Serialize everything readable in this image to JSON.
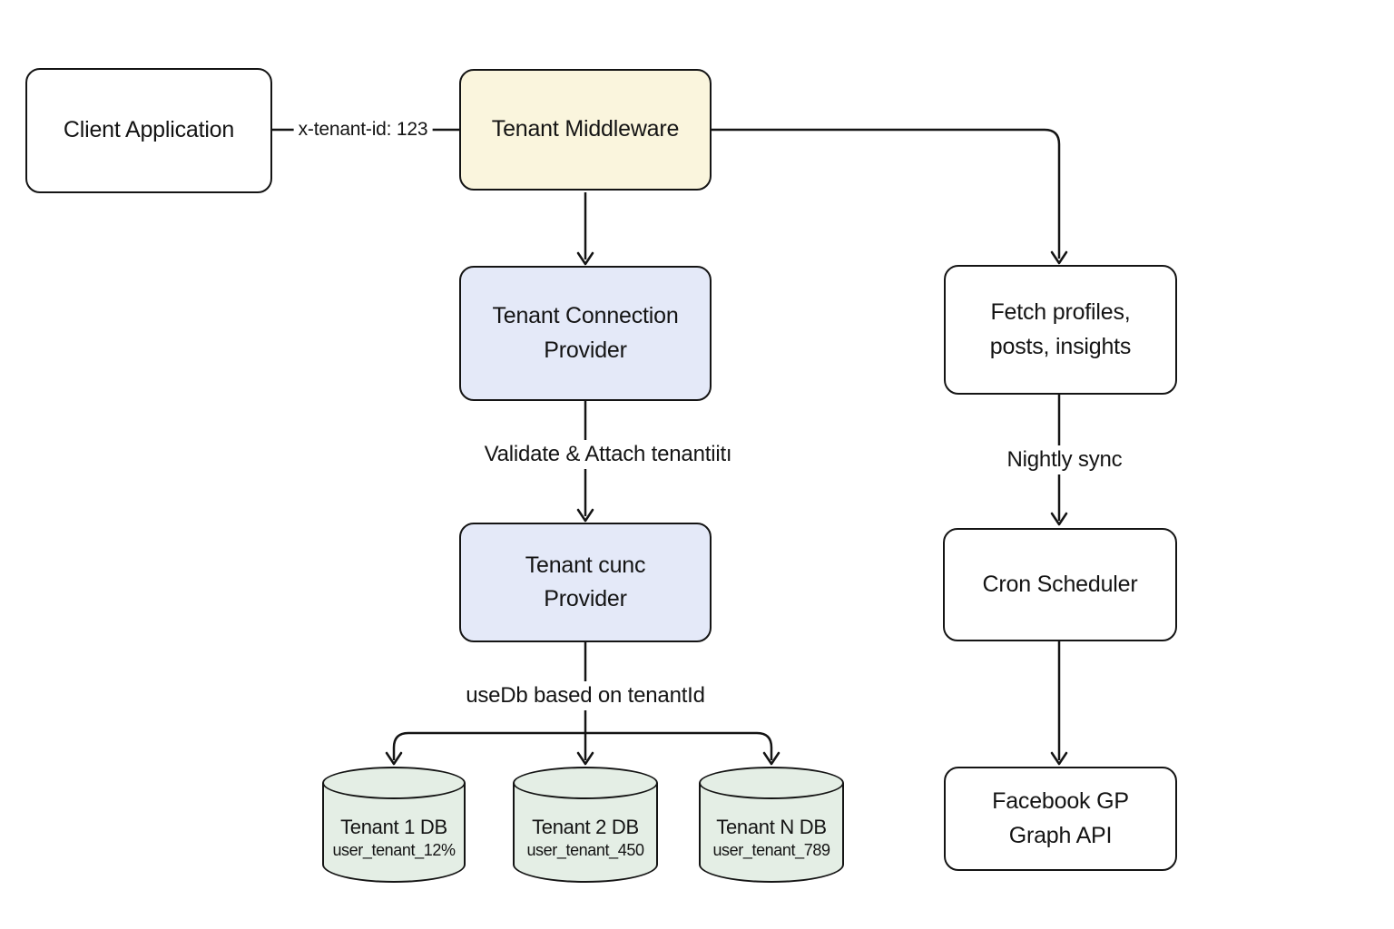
{
  "nodes": {
    "client_application": "Client Application",
    "tenant_middleware": "Tenant Middleware",
    "tenant_connection_provider": "Tenant Connection\nProvider",
    "tenant_cunc_provider": "Tenant cunc\nProvider",
    "fetch_profiles": "Fetch profiles,\nposts, insights",
    "cron_scheduler": "Cron Scheduler",
    "facebook_graph_api": "Facebook GP\nGraph API"
  },
  "edge_labels": {
    "client_to_middleware": "x-tenant-id: 123",
    "connection_to_cunc": "Validate & Attach tenantiitı",
    "cunc_to_databases": "useDb based on tenantId",
    "fetch_to_cron": "Nightly sync"
  },
  "databases": [
    {
      "title": "Tenant 1 DB",
      "subtitle": "user_tenant_12%"
    },
    {
      "title": "Tenant 2 DB",
      "subtitle": "user_tenant_450"
    },
    {
      "title": "Tenant N DB",
      "subtitle": "user_tenant_789"
    }
  ],
  "colors": {
    "background": "#ffffff",
    "stroke": "#141414",
    "node_fill": "#ffffff",
    "middleware_fill": "#faf5dd",
    "provider_fill": "#e4e9f8",
    "database_fill": "#e4eee5"
  }
}
